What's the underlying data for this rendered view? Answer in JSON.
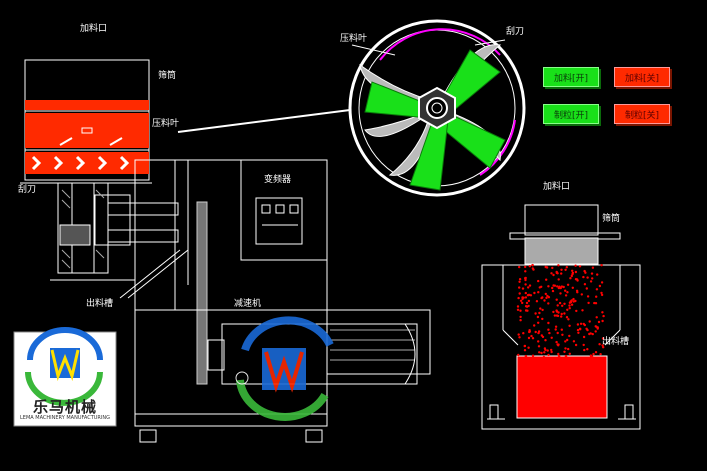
{
  "labels": {
    "feed_port_left": "加料口",
    "screen_left": "筛筒",
    "press_blade_left": "压料叶",
    "scraper_left": "刮刀",
    "inverter": "变频器",
    "reducer": "减速机",
    "discharge_left": "出料槽",
    "press_blade_zoom": "压料叶",
    "scraper_zoom": "刮刀",
    "feed_port_right": "加料口",
    "screen_right": "筛筒",
    "discharge_right": "出料槽"
  },
  "controls": {
    "feed_on": "加料[开]",
    "feed_off": "加料[关]",
    "granulate_on": "制粒[开]",
    "granulate_off": "制粒[关]"
  },
  "logo": {
    "name": "乐马机械",
    "subtitle": "LEMA MACHINERY MANUFACTURING"
  },
  "colors": {
    "on_button": "#19e019",
    "off_button": "#ff2a00",
    "hopper_red": "#ff2a00",
    "blade_green": "#19e019",
    "granule_red": "#ff0000"
  }
}
